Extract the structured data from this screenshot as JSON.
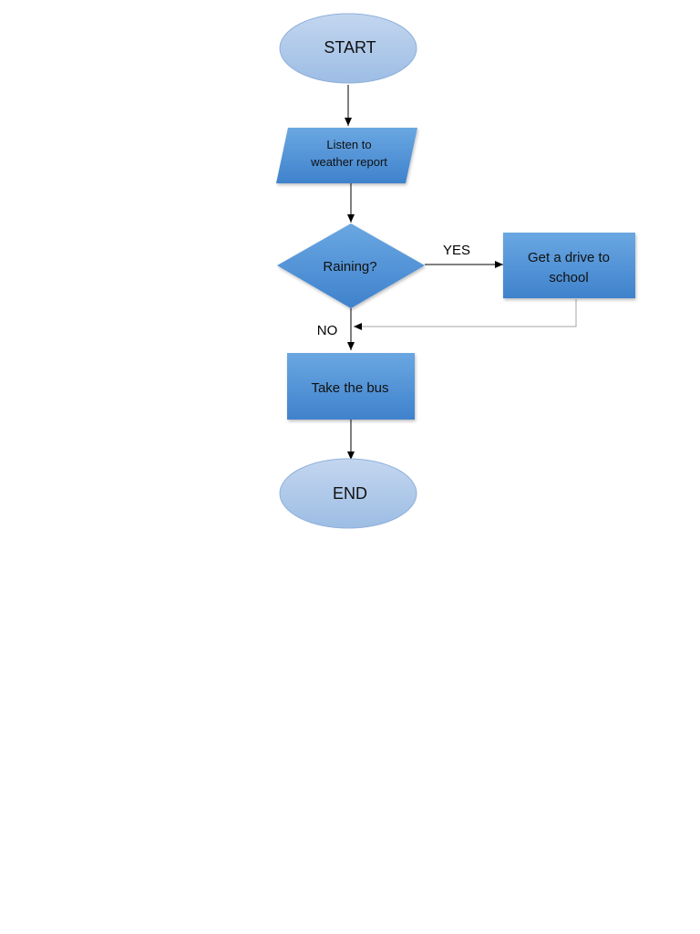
{
  "flowchart": {
    "nodes": {
      "start": {
        "label": "START",
        "shape": "terminator"
      },
      "listen": {
        "label_lines": [
          "Listen to",
          "weather report"
        ],
        "shape": "input-output"
      },
      "raining": {
        "label": "Raining?",
        "shape": "decision"
      },
      "drive": {
        "label_lines": [
          "Get a drive to",
          "school"
        ],
        "shape": "process"
      },
      "bus": {
        "label": "Take the bus",
        "shape": "process"
      },
      "end": {
        "label": "END",
        "shape": "terminator"
      }
    },
    "edges": [
      {
        "from": "start",
        "to": "listen",
        "label": ""
      },
      {
        "from": "listen",
        "to": "raining",
        "label": ""
      },
      {
        "from": "raining",
        "to": "drive",
        "label": "YES"
      },
      {
        "from": "raining",
        "to": "bus",
        "label": "NO"
      },
      {
        "from": "drive",
        "to": "bus",
        "label": ""
      },
      {
        "from": "bus",
        "to": "end",
        "label": ""
      }
    ],
    "colors": {
      "oval_fill_top": "#c3d6ef",
      "oval_fill_bottom": "#9dbde4",
      "oval_stroke": "#8fb0db",
      "box_fill_top": "#6aa7e2",
      "box_fill_bottom": "#3f82cc",
      "arrow": "#000000",
      "feedback_line": "#a6a6a6"
    }
  }
}
